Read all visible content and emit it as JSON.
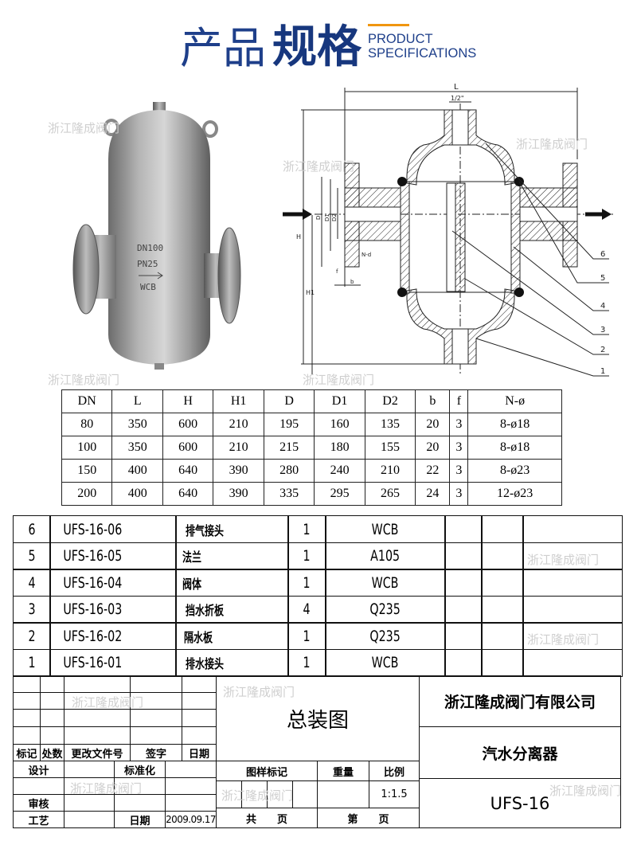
{
  "header": {
    "title_light": "产品",
    "title_bold": "规格",
    "subtitle_line1": "PRODUCT",
    "subtitle_line2": "SPECIFICATIONS",
    "accent_color": "#f0960f",
    "brand_color": "#1e3f8a"
  },
  "watermark": "浙江隆成阀门",
  "photo": {
    "body_marking_1": "DN100",
    "body_marking_2": "PN25",
    "body_marking_3": "WCB"
  },
  "drawing": {
    "dim_L": "L",
    "dim_half_inch": "1/2\"",
    "dim_H": "H",
    "dim_H1": "H1",
    "dim_D": "D",
    "dim_D1": "D1",
    "dim_D2": "D2",
    "dim_Nd": "N-d",
    "dim_f": "f",
    "dim_b": "b",
    "callouts": [
      "6",
      "5",
      "4",
      "3",
      "2",
      "1"
    ]
  },
  "spec_table": {
    "headers": [
      "DN",
      "L",
      "H",
      "H1",
      "D",
      "D1",
      "D2",
      "b",
      "f",
      "N-ø"
    ],
    "rows": [
      [
        "80",
        "350",
        "600",
        "210",
        "195",
        "160",
        "135",
        "20",
        "3",
        "8-ø18"
      ],
      [
        "100",
        "350",
        "600",
        "210",
        "215",
        "180",
        "155",
        "20",
        "3",
        "8-ø18"
      ],
      [
        "150",
        "400",
        "640",
        "390",
        "280",
        "240",
        "210",
        "22",
        "3",
        "8-ø23"
      ],
      [
        "200",
        "400",
        "640",
        "390",
        "335",
        "295",
        "265",
        "24",
        "3",
        "12-ø23"
      ]
    ]
  },
  "parts_list": [
    {
      "no": "6",
      "code": "UFS-16-06",
      "name": "排气接头",
      "qty": "1",
      "material": "WCB"
    },
    {
      "no": "5",
      "code": "UFS-16-05",
      "name": "法兰",
      "qty": "1",
      "material": "A105"
    },
    {
      "no": "4",
      "code": "UFS-16-04",
      "name": "阀体",
      "qty": "1",
      "material": "WCB"
    },
    {
      "no": "3",
      "code": "UFS-16-03",
      "name": "挡水折板",
      "qty": "4",
      "material": "Q235"
    },
    {
      "no": "2",
      "code": "UFS-16-02",
      "name": "隔水板",
      "qty": "1",
      "material": "Q235"
    },
    {
      "no": "1",
      "code": "UFS-16-01",
      "name": "排水接头",
      "qty": "1",
      "material": "WCB"
    }
  ],
  "title_block": {
    "rev_headers": [
      "标记",
      "处数",
      "更改文件号",
      "签字",
      "日期"
    ],
    "design": "设计",
    "standardize": "标准化",
    "review": "审核",
    "process": "工艺",
    "date_label": "日期",
    "date_value": "2009.09.17",
    "drawing_title": "总装图",
    "sample_mark": "图样标记",
    "weight": "重量",
    "scale": "比例",
    "scale_value": "1:1.5",
    "total_pages": "共　　页",
    "page_no": "第　　页",
    "company": "浙江隆成阀门有限公司",
    "product_name": "汽水分离器",
    "model": "UFS-16"
  }
}
